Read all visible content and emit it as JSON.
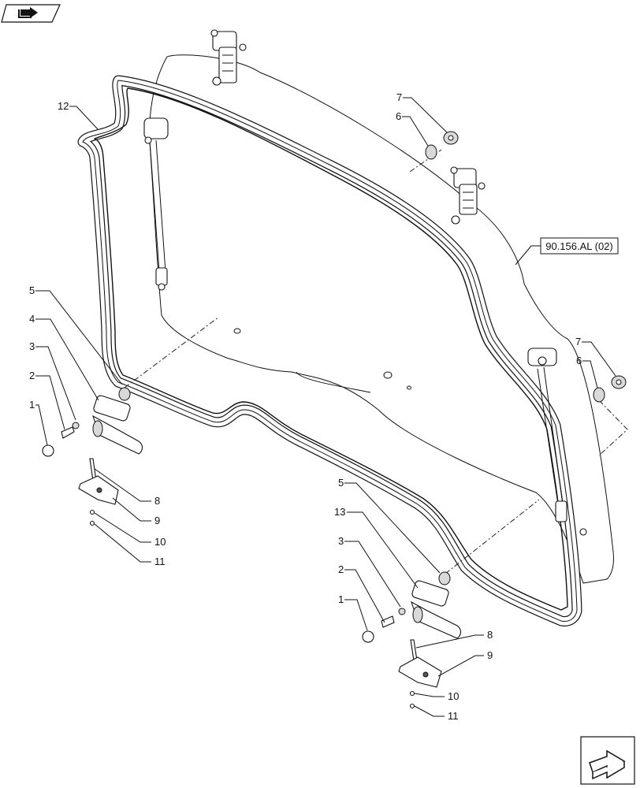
{
  "nav": {
    "top_icon": "book-arrow-icon",
    "bottom_icon": "next-page-arrow-icon"
  },
  "reference": {
    "label": "90.156.AL (02)"
  },
  "callouts": {
    "left": {
      "n1": "1",
      "n2": "2",
      "n3": "3",
      "n4": "4",
      "n5": "5",
      "n8": "8",
      "n9": "9",
      "n10": "10",
      "n11": "11",
      "n12": "12"
    },
    "right": {
      "n1": "1",
      "n2": "2",
      "n3": "3",
      "n13": "13",
      "n5": "5",
      "n8": "8",
      "n9": "9",
      "n10": "10",
      "n11": "11"
    },
    "top_right": {
      "n7": "7",
      "n6": "6"
    },
    "mid_right": {
      "n7": "7",
      "n6": "6"
    }
  }
}
